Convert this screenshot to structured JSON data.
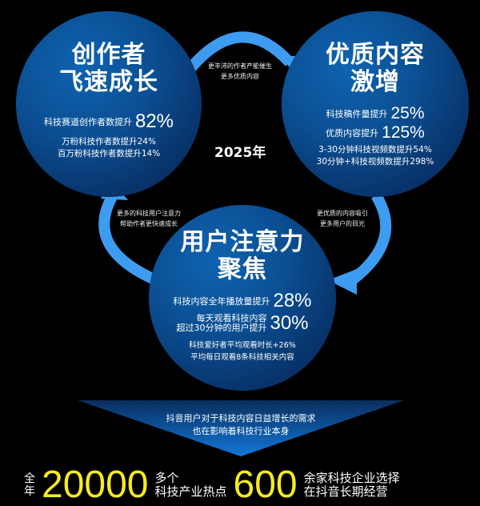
{
  "center_label": "2025年",
  "circles": {
    "creators": {
      "title_line1": "创作者",
      "title_line2": "飞速成长",
      "stats": [
        {
          "label": "科技赛道创作者数提升",
          "value": "82%"
        }
      ],
      "details": [
        "万粉科技作者数提升24%",
        "百万粉科技作者数提升14%"
      ]
    },
    "content": {
      "title_line1": "优质内容",
      "title_line2": "激增",
      "stats": [
        {
          "label": "科技稿件量提升",
          "value": "25%"
        },
        {
          "label": "优质内容提升",
          "value": "125%"
        }
      ],
      "details": [
        "3-30分钟科技视频数提升54%",
        "30分钟+科技视频数提升298%"
      ]
    },
    "attention": {
      "title_line1": "用户注意力",
      "title_line2": "聚焦",
      "stats": [
        {
          "label": "科技内容全年播放量提升",
          "value": "28%"
        },
        {
          "label_line1": "每天观看科技内容",
          "label_line2": "超过30分钟的用户提升",
          "value": "30%"
        }
      ],
      "details": [
        "科技爱好者平均观看时长+26%",
        "平均每日观看8条科技相关内容"
      ]
    }
  },
  "arrows": {
    "top": {
      "line1": "更丰沛的作者产能催生",
      "line2": "更多优质内容"
    },
    "right": {
      "line1": "更优质的内容吸引",
      "line2": "更多用户的目光"
    },
    "left": {
      "line1": "更多的科技用户注意力",
      "line2": "帮助作者更快速成长"
    }
  },
  "funnel": {
    "line1": "抖音用户对于科技内容日益增长的需求",
    "line2": "也在影响着科技行业本身"
  },
  "summary": {
    "prefix_line1": "全",
    "prefix_line2": "年",
    "number1": "20000",
    "desc1_line1": "多个",
    "desc1_line2": "科技产业热点",
    "number2": "600",
    "desc2_line1": "余家科技企业选择",
    "desc2_line2": "在抖音长期经营"
  },
  "colors": {
    "background": "#000000",
    "circle_blue": "#0b4f93",
    "arrow_blue": "#3d9cf0",
    "highlight_yellow": "#f5ec1e"
  }
}
